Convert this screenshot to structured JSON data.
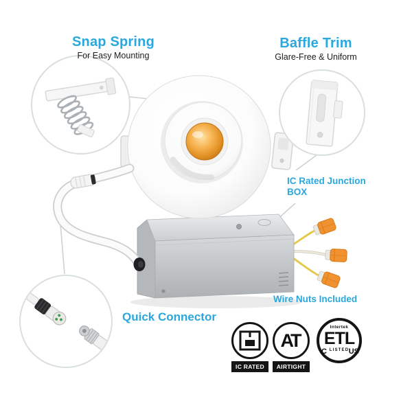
{
  "colors": {
    "accent_blue": "#2aa7dc",
    "led_orange": "#f0a13c",
    "wire_nut_orange": "#f0922f",
    "cert_black": "#151515"
  },
  "callouts": {
    "snap_spring": {
      "title": "Snap Spring",
      "subtitle": "For Easy Mounting"
    },
    "baffle_trim": {
      "title": "Baffle Trim",
      "subtitle": "Glare-Free & Uniform"
    },
    "junction_box": {
      "line1": "IC Rated Junction",
      "line2": "BOX"
    },
    "wire_nuts": {
      "label": "Wire Nuts Included"
    },
    "quick_connector": {
      "label": "Quick Connector"
    }
  },
  "certifications": {
    "ic_rated": {
      "label": "IC RATED"
    },
    "airtight": {
      "abbr": "AT",
      "label": "AIRTIGHT"
    },
    "etl": {
      "company": "Intertek",
      "brand": "ETL",
      "listed": "LISTED",
      "c": "C",
      "us": "US"
    }
  }
}
